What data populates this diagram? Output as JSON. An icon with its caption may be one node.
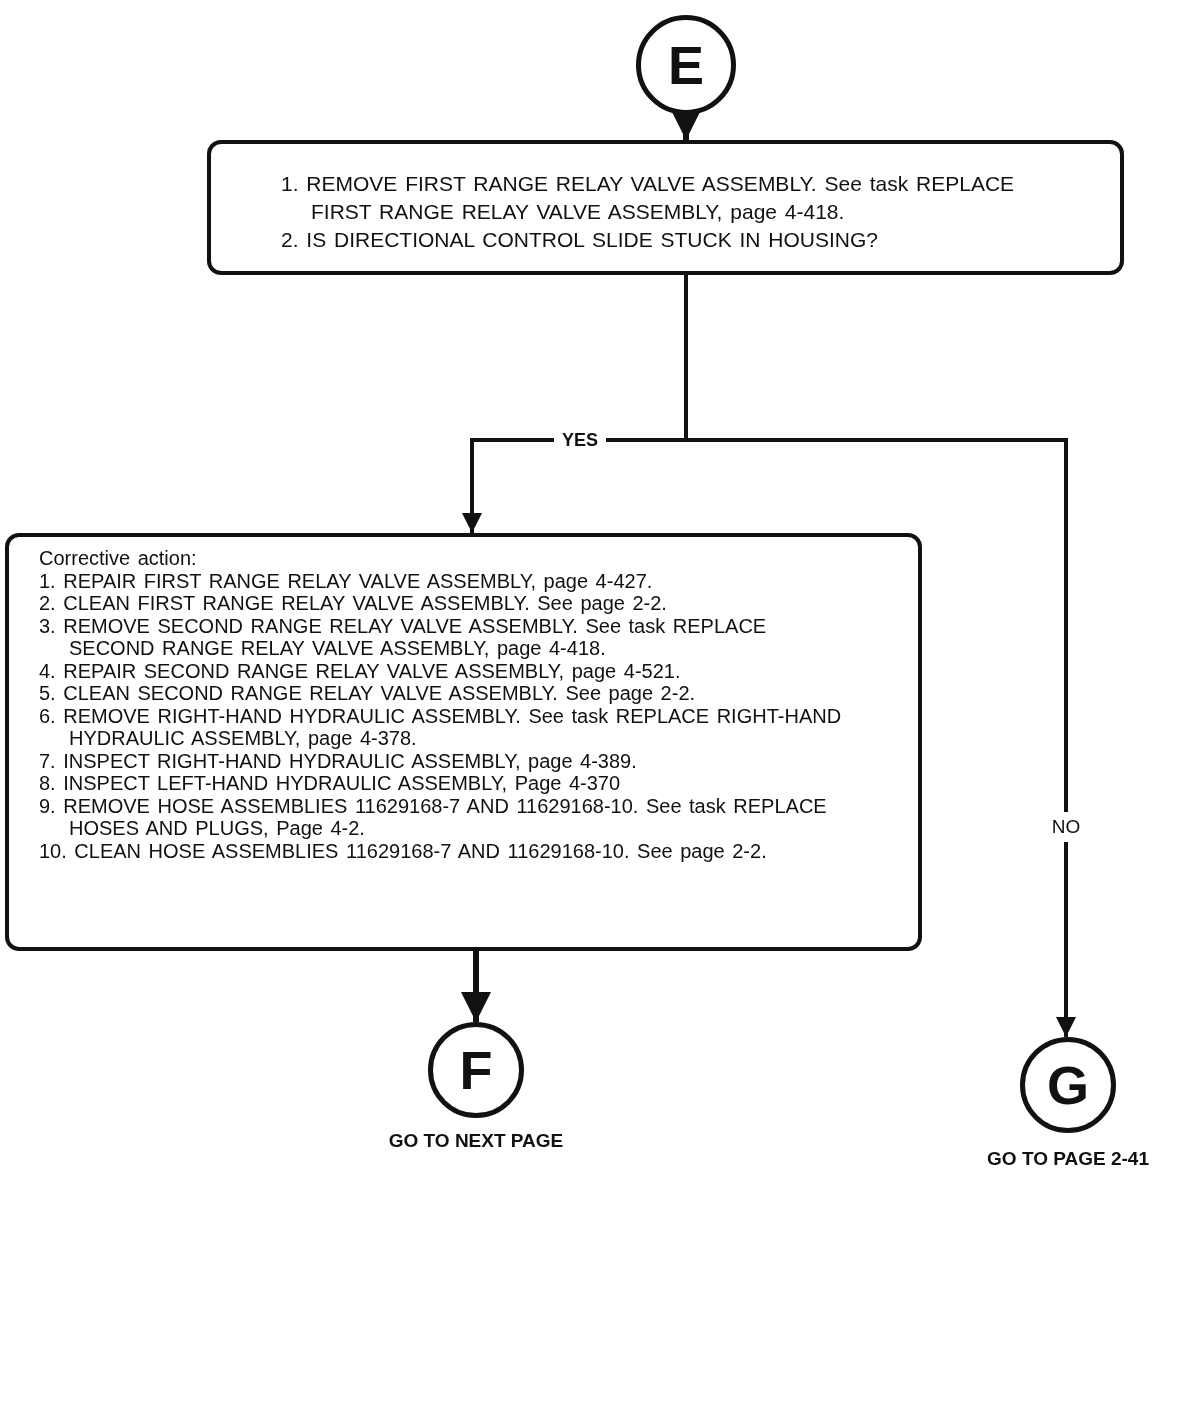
{
  "diagram": {
    "nodes": [
      {
        "text": [
          "E"
        ]
      },
      {
        "text": [
          "1. REMOVE FIRST RANGE RELAY VALVE ASSEMBLY. See task REPLACE FIRST RANGE RELAY VALVE ASSEMBLY, page 4-418.",
          "2. IS DIRECTIONAL CONTROL SLIDE STUCK IN HOUSING?"
        ]
      },
      {
        "text": [
          "Corrective action:",
          "1. REPAIR FIRST RANGE RELAY VALVE ASSEMBLY, page 4-427.",
          "2. CLEAN FIRST RANGE RELAY VALVE ASSEMBLY. See page 2-2.",
          "3. REMOVE SECOND RANGE RELAY VALVE ASSEMBLY. See task REPLACE SECOND RANGE RELAY VALVE ASSEMBLY, page 4-418.",
          "4. REPAIR SECOND RANGE RELAY VALVE ASSEMBLY, page 4-521.",
          "5. CLEAN SECOND RANGE RELAY VALVE ASSEMBLY. See page 2-2.",
          "6. REMOVE RIGHT-HAND HYDRAULIC ASSEMBLY. See task REPLACE RIGHT-HAND HYDRAULIC ASSEMBLY, page 4-378.",
          "7. INSPECT RIGHT-HAND HYDRAULIC ASSEMBLY, page 4-389.",
          "8. INSPECT LEFT-HAND HYDRAULIC ASSEMBLY, Page 4-370",
          "9. REMOVE HOSE ASSEMBLIES 11629168-7 AND 11629168-10. See task REPLACE HOSES AND PLUGS, Page 4-2.",
          "10. CLEAN HOSE ASSEMBLIES 11629168-7 AND 11629168-10. See page 2-2."
        ]
      },
      {
        "text": [
          "F"
        ],
        "beside": [
          "GO TO NEXT PAGE"
        ]
      },
      {
        "text": [
          "G"
        ],
        "beside": [
          "GO TO PAGE 2-41"
        ]
      }
    ],
    "edges": [
      {
        "from": 0,
        "to": 1,
        "arrow": "to"
      },
      {
        "from": 1,
        "to": 2,
        "arrow": "to",
        "label": "YES"
      },
      {
        "from": 1,
        "to": 4,
        "arrow": "to",
        "label": "NO"
      },
      {
        "from": 2,
        "to": 3,
        "arrow": "to"
      }
    ]
  }
}
